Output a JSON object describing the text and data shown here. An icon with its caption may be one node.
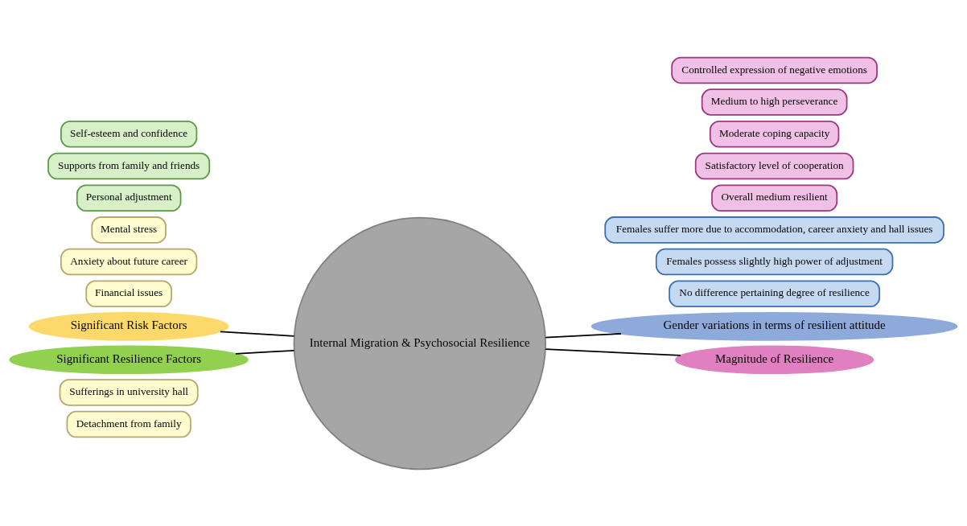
{
  "diagram": {
    "nodes": [
      {
        "text": [
          "Internal Migration & Psychosocial Resilience"
        ]
      },
      {
        "text": [
          "Significant Risk Factors"
        ]
      },
      {
        "text": [
          "Detachment from family"
        ]
      },
      {
        "text": [
          "Sufferings in university hall"
        ]
      },
      {
        "text": [
          "Financial issues"
        ]
      },
      {
        "text": [
          "Anxiety about future career"
        ]
      },
      {
        "text": [
          "Mental stress"
        ]
      },
      {
        "text": [
          "Significant Resilience Factors"
        ]
      },
      {
        "text": [
          "Personal adjustment"
        ]
      },
      {
        "text": [
          "Supports from family and friends"
        ]
      },
      {
        "text": [
          "Self-esteem and confidence"
        ]
      },
      {
        "text": [
          "Gender variations in terms of resilient attitude"
        ]
      },
      {
        "text": [
          "No difference pertaining degree of resilience"
        ]
      },
      {
        "text": [
          "Females possess slightly high power of adjustment"
        ]
      },
      {
        "text": [
          "Females suffer more due to accommodation, career anxiety and hall issues"
        ]
      },
      {
        "text": [
          "Magnitude of Resilience"
        ]
      },
      {
        "text": [
          "Overall medium resilient"
        ]
      },
      {
        "text": [
          "Satisfactory level of cooperation"
        ]
      },
      {
        "text": [
          "Moderate coping capacity"
        ]
      },
      {
        "text": [
          "Medium to high perseverance"
        ]
      },
      {
        "text": [
          "Controlled expression of negative emotions"
        ]
      }
    ],
    "edges": [
      {
        "from": 1,
        "to": 0,
        "arrow": "none"
      },
      {
        "from": 7,
        "to": 0,
        "arrow": "none"
      },
      {
        "from": 0,
        "to": 11,
        "arrow": "none"
      },
      {
        "from": 0,
        "to": 15,
        "arrow": "none"
      }
    ]
  }
}
